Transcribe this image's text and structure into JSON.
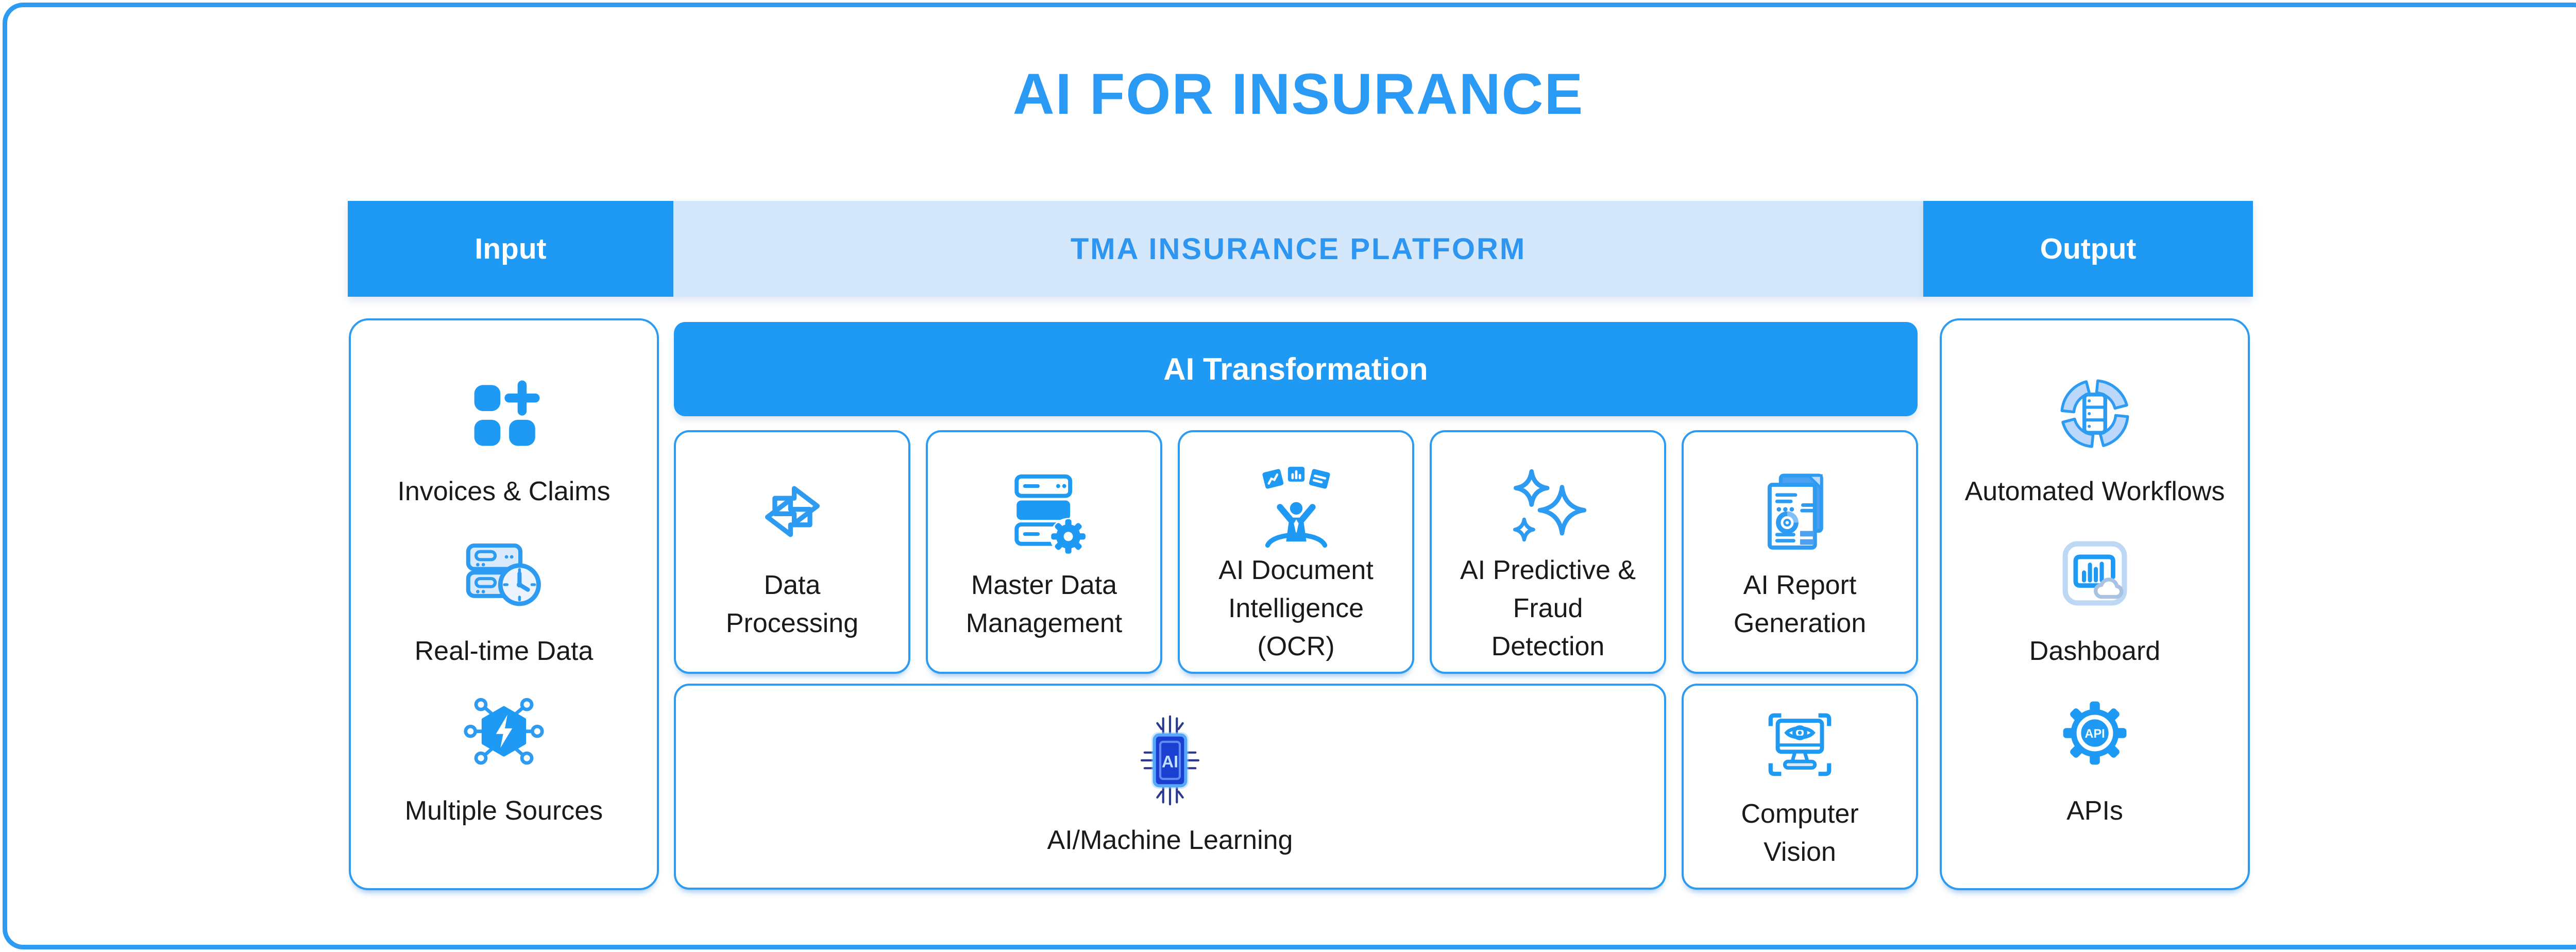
{
  "title": "AI FOR INSURANCE",
  "header": {
    "input_label": "Input",
    "platform_label": "TMA INSURANCE PLATFORM",
    "output_label": "Output"
  },
  "input_column": {
    "items": [
      {
        "label": "Invoices & Claims",
        "icon": "apps-plus-icon"
      },
      {
        "label": "Real-time Data",
        "icon": "servers-clock-icon"
      },
      {
        "label": "Multiple Sources",
        "icon": "hexagon-bolt-network-icon"
      }
    ]
  },
  "platform": {
    "banner_label": "AI Transformation",
    "cards": [
      {
        "label": "Data\nProcessing",
        "icon": "transfer-arrows-icon"
      },
      {
        "label": "Master Data\nManagement",
        "icon": "server-gear-icon"
      },
      {
        "label": "AI Document\nIntelligence\n(OCR)",
        "icon": "person-documents-icon"
      },
      {
        "label": "AI Predictive &\nFraud\nDetection",
        "icon": "sparkles-icon"
      },
      {
        "label": "AI Report\nGeneration",
        "icon": "report-document-icon"
      }
    ],
    "bottom_cards": [
      {
        "label": "AI/Machine Learning",
        "icon": "ai-chip-icon",
        "icon_text": "AI"
      },
      {
        "label": "Computer\nVision",
        "icon": "monitor-eye-icon"
      }
    ]
  },
  "output_column": {
    "items": [
      {
        "label": "Automated Workflows",
        "icon": "workflow-cycle-icon"
      },
      {
        "label": "Dashboard",
        "icon": "dashboard-cloud-icon"
      },
      {
        "label": "APIs",
        "icon": "api-gear-icon",
        "icon_text": "API"
      }
    ]
  },
  "colors": {
    "accent_blue": "#1E9AF5",
    "light_blue_bar": "#D5E7FB",
    "platform_text": "#2E96F0",
    "card_border": "#2E9BF2",
    "text_dark": "#1A1A1A",
    "pale_icon_fill": "#D9EAFC"
  }
}
